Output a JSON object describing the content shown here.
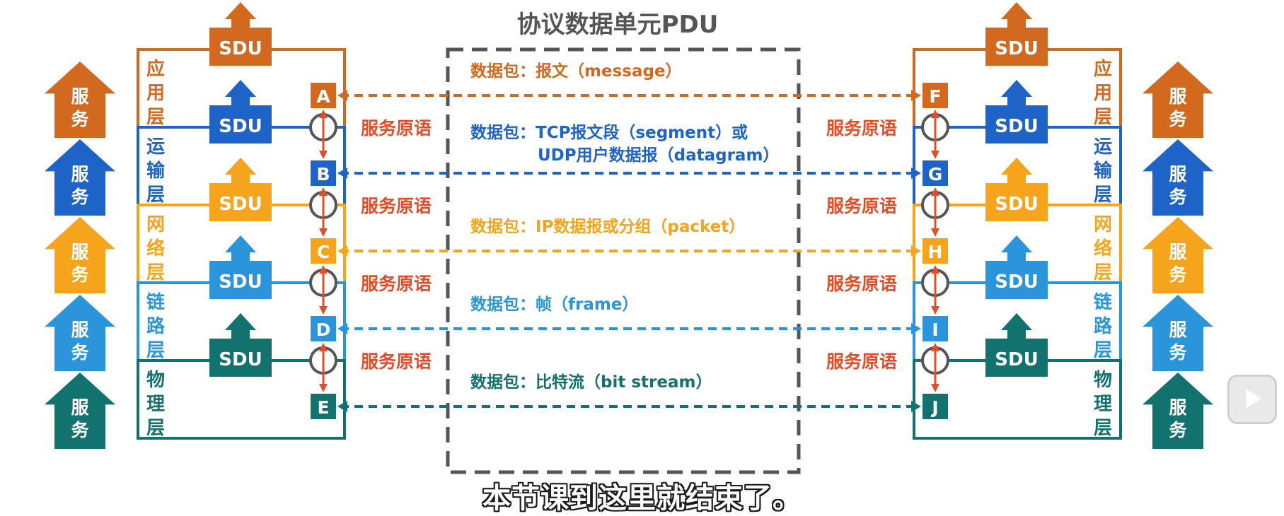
{
  "title": "协议数据单元PDU",
  "colors": {
    "app": "#d2691e",
    "transport": "#1e63c8",
    "network": "#f5a41c",
    "link": "#2b95dc",
    "physical": "#12726d",
    "primitive_red": "#e84c27",
    "pdu_box": "#555555",
    "circle": "#555555"
  },
  "layers": [
    {
      "id": "app",
      "name": [
        "应",
        "用",
        "层"
      ],
      "left_point": "A",
      "right_point": "F",
      "pdu_label": "数据包：报文（message）"
    },
    {
      "id": "transport",
      "name": [
        "运",
        "输",
        "层"
      ],
      "left_point": "B",
      "right_point": "G",
      "pdu_label": "数据包：TCP报文段（segment）或",
      "pdu_label_2": "UDP用户数据报（datagram）"
    },
    {
      "id": "network",
      "name": [
        "网",
        "络",
        "层"
      ],
      "left_point": "C",
      "right_point": "H",
      "pdu_label": "数据包：IP数据报或分组（packet）"
    },
    {
      "id": "link",
      "name": [
        "链",
        "路",
        "层"
      ],
      "left_point": "D",
      "right_point": "I",
      "pdu_label": "数据包：帧（frame）"
    },
    {
      "id": "physical",
      "name": [
        "物",
        "理",
        "层"
      ],
      "left_point": "E",
      "right_point": "J",
      "pdu_label": "数据包：比特流（bit stream）"
    }
  ],
  "sdu_label": "SDU",
  "service_label": [
    "服",
    "务"
  ],
  "primitive_label": "服务原语",
  "subtitle": "本节课到这里就结束了。",
  "icons": {
    "play": "play-icon"
  }
}
